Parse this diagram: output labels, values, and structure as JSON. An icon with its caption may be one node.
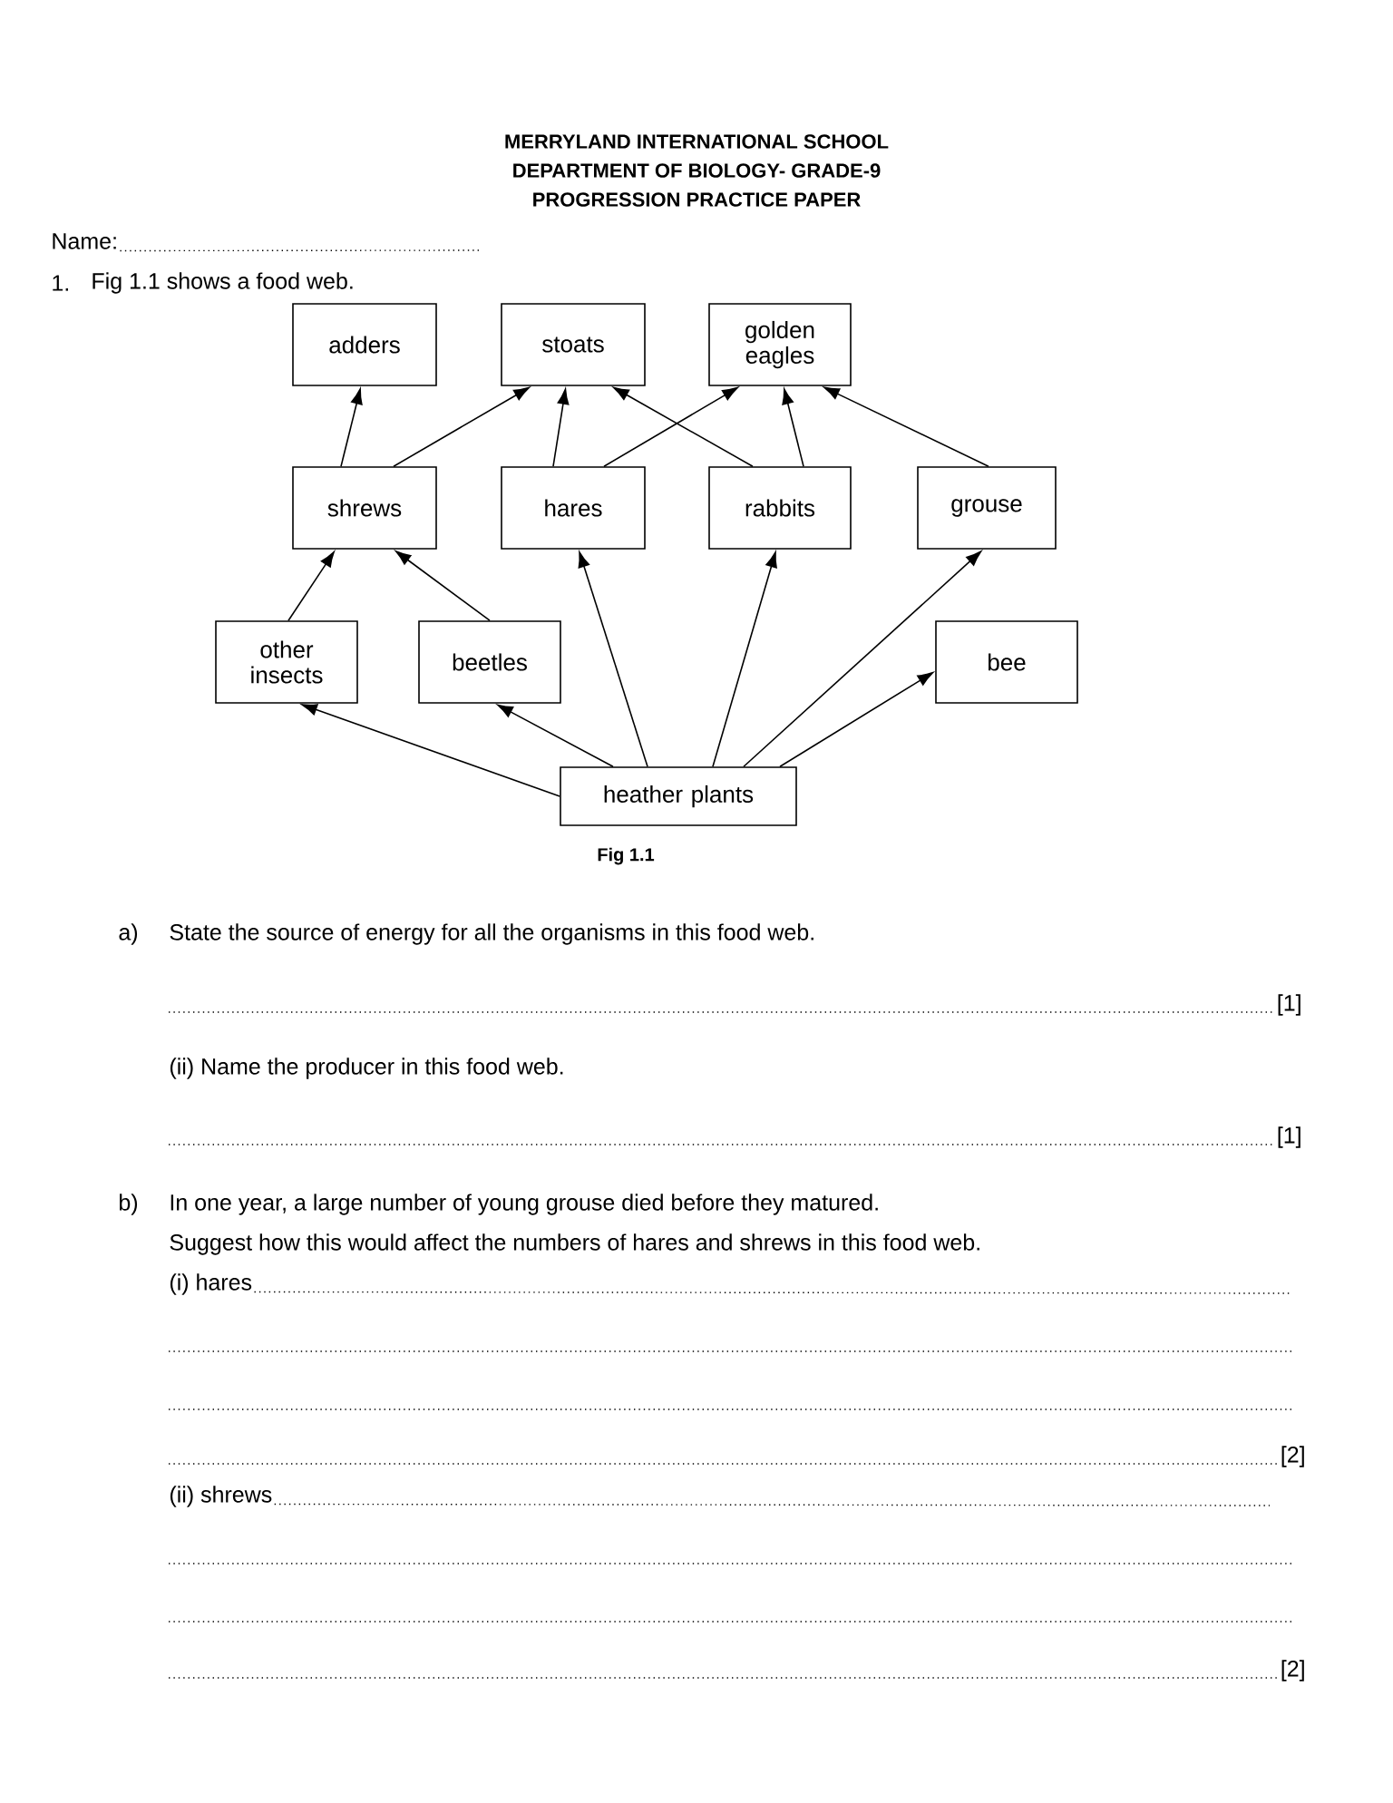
{
  "diagram": {
    "caption": "Fig 1.1",
    "nodes": [
      {
        "text": [
          "adders"
        ]
      },
      {
        "text": [
          "stoats"
        ]
      },
      {
        "text": [
          "golden eagles"
        ]
      },
      {
        "text": [
          "shrews"
        ]
      },
      {
        "text": [
          "hares"
        ]
      },
      {
        "text": [
          "rabbits"
        ]
      },
      {
        "text": [
          "grouse"
        ]
      },
      {
        "text": [
          "other insects"
        ]
      },
      {
        "text": [
          "beetles"
        ]
      },
      {
        "text": [
          "bee"
        ]
      },
      {
        "text": [
          "heather plants"
        ]
      }
    ],
    "edges": [
      {
        "from": 3,
        "to": 0,
        "arrow": "to"
      },
      {
        "from": 3,
        "to": 1,
        "arrow": "to"
      },
      {
        "from": 4,
        "to": 1,
        "arrow": "to"
      },
      {
        "from": 5,
        "to": 1,
        "arrow": "to"
      },
      {
        "from": 4,
        "to": 2,
        "arrow": "to"
      },
      {
        "from": 5,
        "to": 2,
        "arrow": "to"
      },
      {
        "from": 6,
        "to": 2,
        "arrow": "to"
      },
      {
        "from": 7,
        "to": 3,
        "arrow": "to"
      },
      {
        "from": 8,
        "to": 3,
        "arrow": "to"
      },
      {
        "from": 10,
        "to": 7,
        "arrow": "to"
      },
      {
        "from": 10,
        "to": 8,
        "arrow": "to"
      },
      {
        "from": 10,
        "to": 4,
        "arrow": "to"
      },
      {
        "from": 10,
        "to": 5,
        "arrow": "to"
      },
      {
        "from": 10,
        "to": 6,
        "arrow": "to"
      },
      {
        "from": 10,
        "to": 9,
        "arrow": "to"
      }
    ],
    "labels": [
      "MERRYLAND INTERNATIONAL SCHOOL",
      "DEPARTMENT OF BIOLOGY- GRADE-9",
      "PROGRESSION PRACTICE PAPER",
      "Name:",
      "1.",
      "Fig 1.1 shows a food web.",
      "a)",
      "State the source of energy for all the organisms in this food web.",
      "[1]",
      "(ii) Name the producer in this food web.",
      "[1]",
      "b)",
      "In one year, a large number of young grouse died before they matured.",
      "Suggest how this would affect the numbers of hares and shrews in this food web.",
      "(i) hares",
      "[2]",
      "(ii) shrews",
      "[2]"
    ]
  }
}
